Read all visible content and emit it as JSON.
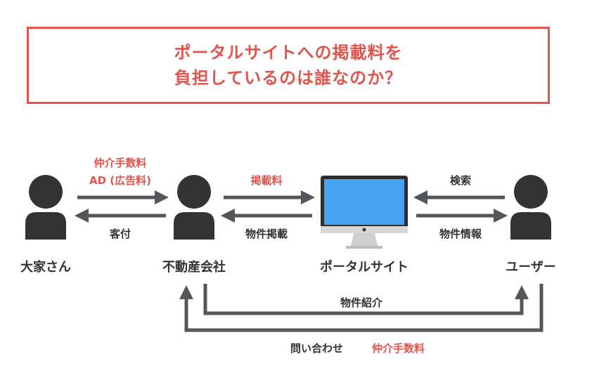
{
  "title": {
    "line1": "ポータルサイトへの掲載料を",
    "line2": "負担しているのは誰なのか？"
  },
  "nodes": {
    "owner": "大家さん",
    "agency": "不動産会社",
    "portal": "ポータルサイト",
    "user": "ユーザー"
  },
  "arrows": {
    "owner_to_agency_line1": "仲介手数料",
    "owner_to_agency_line2": "AD (広告料)",
    "agency_to_owner": "客付",
    "agency_to_portal": "掲載料",
    "portal_to_agency": "物件掲載",
    "user_to_portal": "検索",
    "portal_to_user": "物件情報",
    "agency_to_user": "物件紹介",
    "user_to_agency_black": "問い合わせ",
    "user_to_agency_red": "仲介手数料"
  },
  "colors": {
    "accent": "#e0554e",
    "arrow": "#53565a",
    "person": "#333333",
    "monitor_screen": "#4aa3f0"
  }
}
